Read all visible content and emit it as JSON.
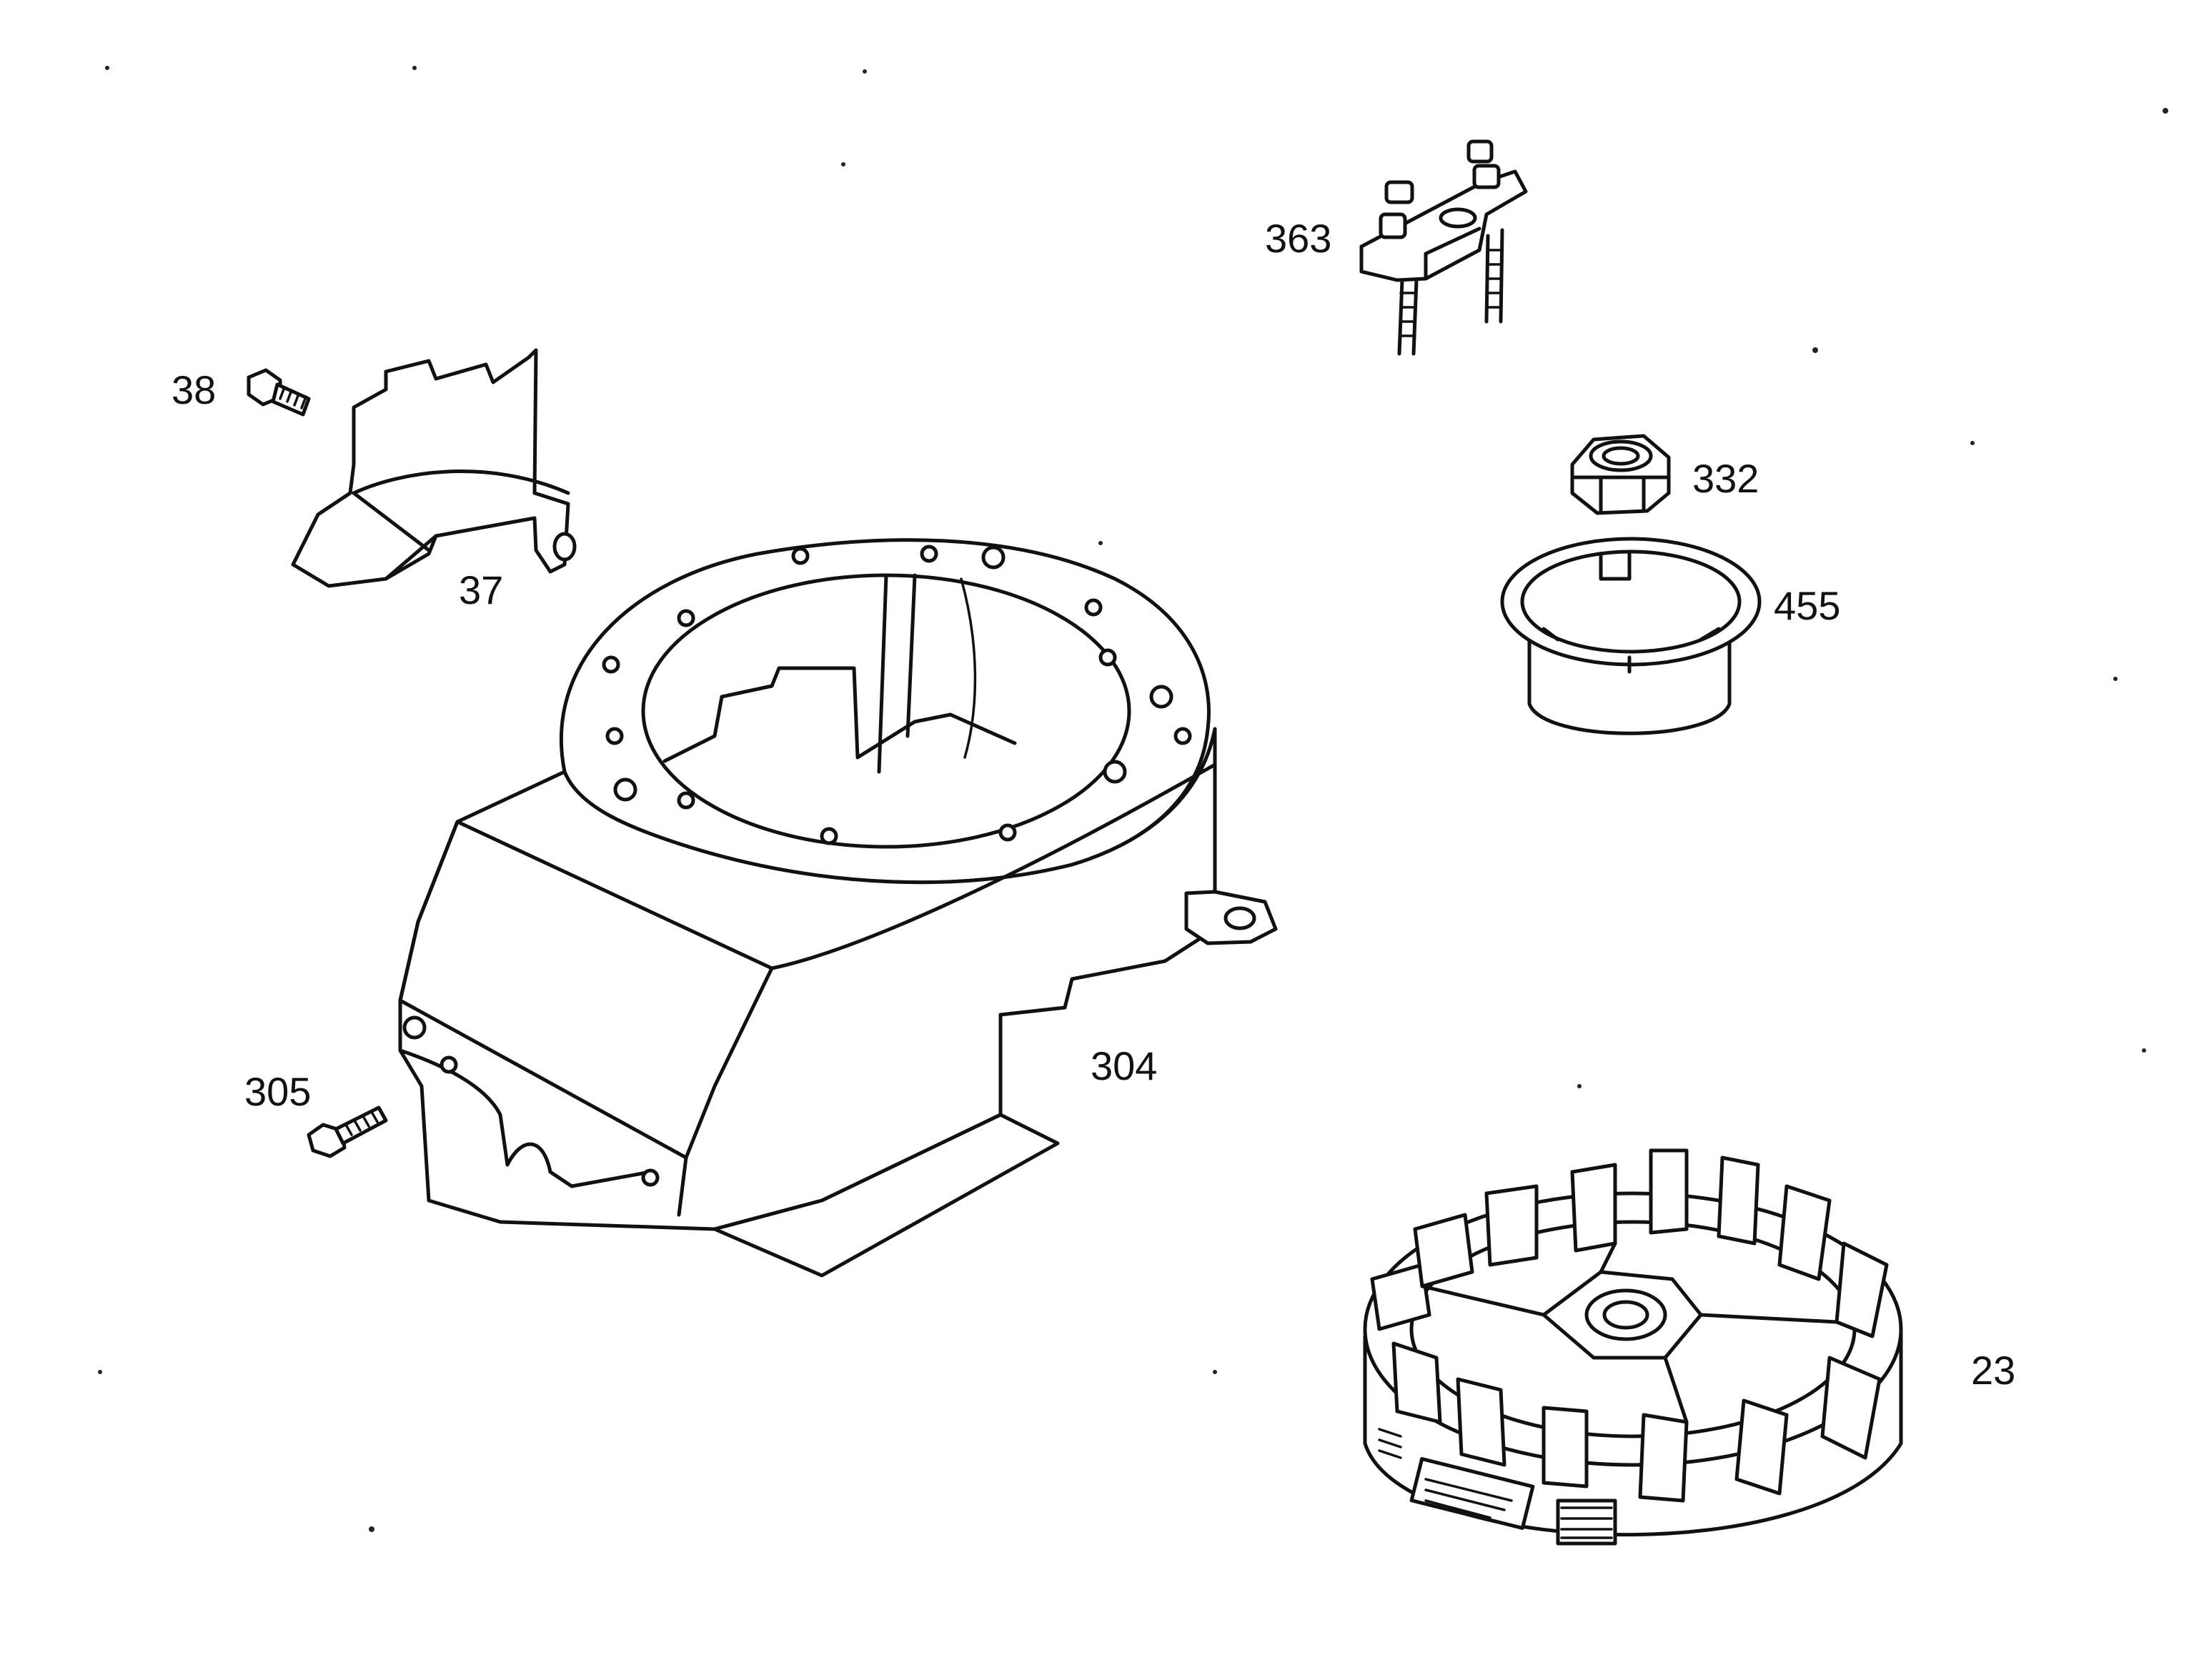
{
  "diagram": {
    "type": "exploded-parts-diagram",
    "colors": {
      "line": "#111111",
      "background": "#ffffff"
    },
    "callouts": [
      {
        "id": "p363",
        "label": "363"
      },
      {
        "id": "p38",
        "label": "38"
      },
      {
        "id": "p37",
        "label": "37"
      },
      {
        "id": "p332",
        "label": "332"
      },
      {
        "id": "p455",
        "label": "455"
      },
      {
        "id": "p304",
        "label": "304"
      },
      {
        "id": "p305",
        "label": "305"
      },
      {
        "id": "p23",
        "label": "23"
      }
    ]
  }
}
